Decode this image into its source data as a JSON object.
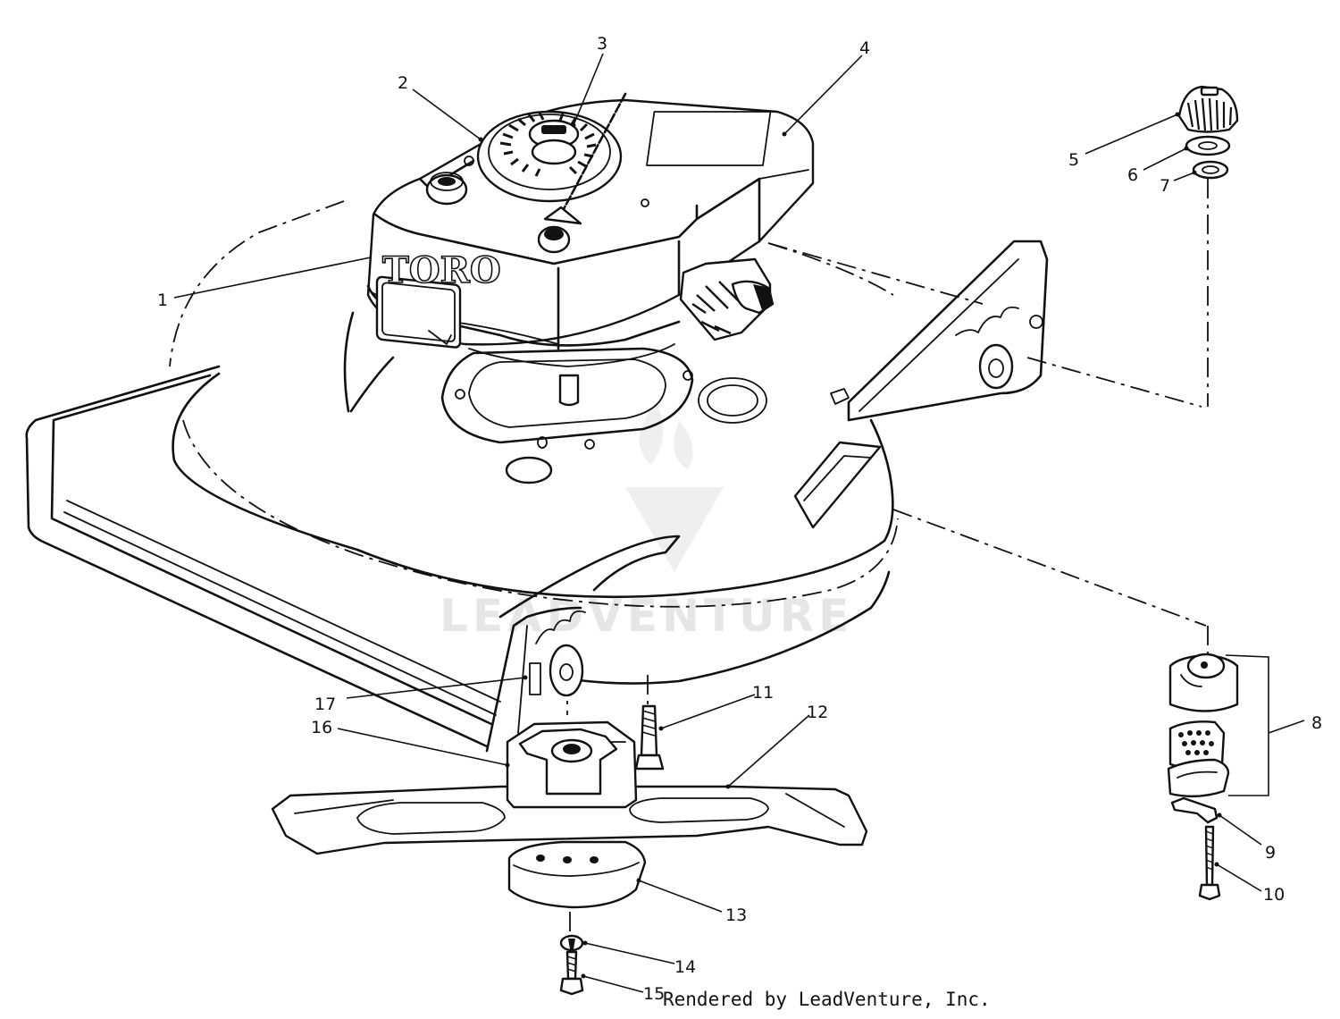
{
  "watermark": "LEADVENTURE",
  "engine_brand": "TORO",
  "credit": "Rendered by LeadVenture, Inc.",
  "callouts": [
    "1",
    "2",
    "3",
    "4",
    "5",
    "6",
    "7",
    "8",
    "9",
    "10",
    "11",
    "12",
    "13",
    "14",
    "15",
    "16",
    "17"
  ]
}
